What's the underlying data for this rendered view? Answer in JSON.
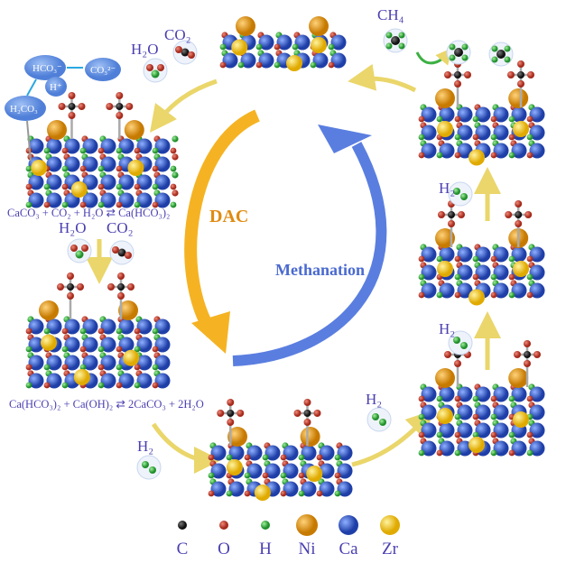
{
  "labels": {
    "dac": "DAC",
    "methanation": "Methanation",
    "h2o_top": "H₂O",
    "co2_top": "CO₂",
    "ch4": "CH₄",
    "h2o_left": "H₂O",
    "co2_left": "CO₂",
    "h2_bottom_left": "H₂",
    "h2_bottom_right": "H₂",
    "h2_right_lower": "H₂",
    "h2_right_upper": "H₂"
  },
  "equations": {
    "eq1": "CaCO₃ + CO₂ + H₂O ⇄ Ca(HCO₃)₂",
    "eq2": "Ca(HCO₃)₂ + Ca(OH)₂ ⇄ 2CaCO₃ + 2H₂O"
  },
  "bubbles": {
    "hco3": "HCO₃⁻",
    "co3": "CO₃²⁻",
    "h_plus": "H⁺",
    "h2co3": "H₂CO₃"
  },
  "legend": [
    {
      "label": "C",
      "color": "#222222"
    },
    {
      "label": "O",
      "color": "#c0392b"
    },
    {
      "label": "H",
      "color": "#3cb043"
    },
    {
      "label": "Ni",
      "color": "#e09a1a"
    },
    {
      "label": "Ca",
      "color": "#2f55c8"
    },
    {
      "label": "Zr",
      "color": "#f2c316"
    }
  ],
  "colors": {
    "dac_arrow": "#f5b323",
    "methanation_arrow": "#5a7ee0",
    "cycle_arrow": "#ead66a",
    "text": "#4a3fb0"
  }
}
